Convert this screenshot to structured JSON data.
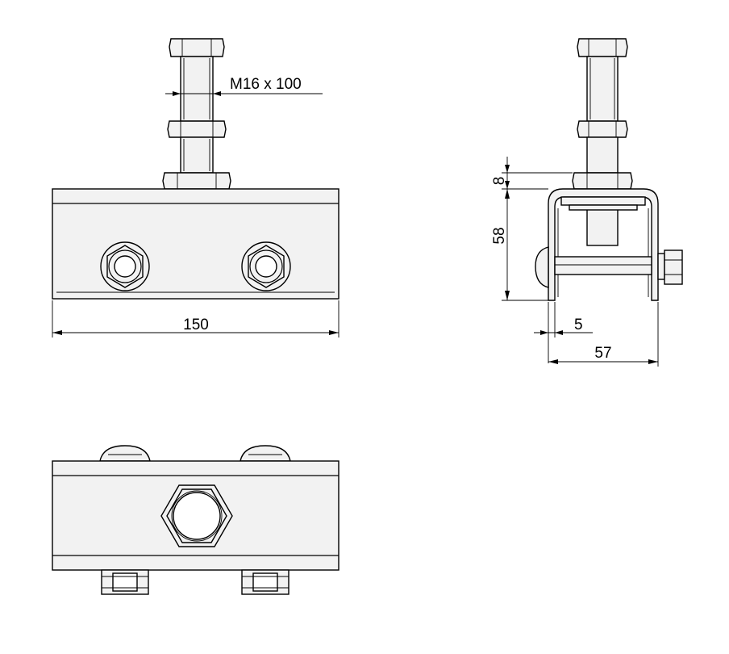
{
  "drawing": {
    "dimensions": {
      "thread": "M16 x 100",
      "length": "150",
      "plate_thickness": "8",
      "height": "58",
      "flange": "5",
      "width": "57"
    }
  }
}
